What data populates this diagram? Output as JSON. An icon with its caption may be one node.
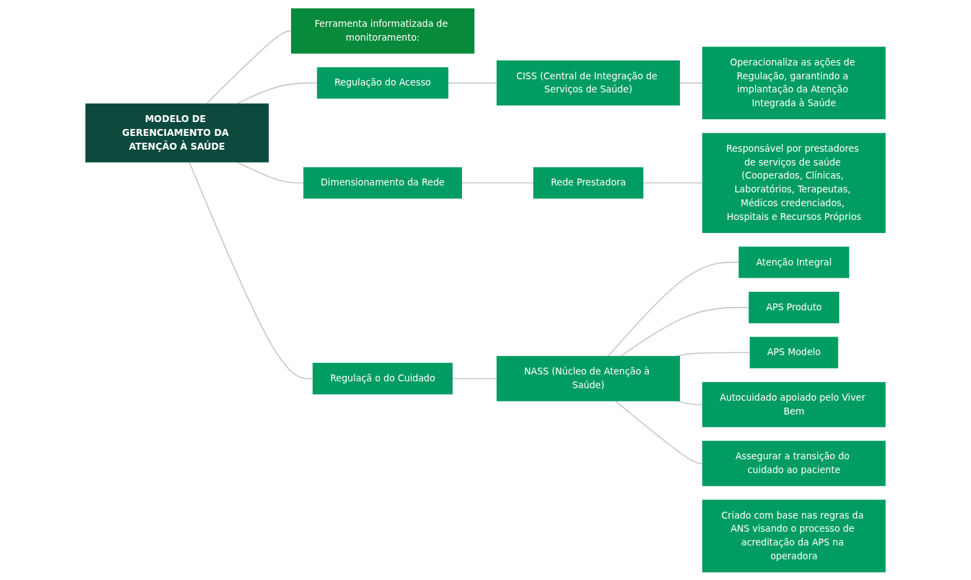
{
  "diagram": {
    "nodes": [
      {
        "text": [
          "MODELO DE GERENCIAMENTO DA ATENÇÃO À SAÚDE"
        ]
      },
      {
        "text": [
          "Ferramenta informatizada de monitoramento:"
        ]
      },
      {
        "text": [
          "Regulação do Acesso"
        ]
      },
      {
        "text": [
          "CISS (Central de Integração de Serviços de Saúde)"
        ]
      },
      {
        "text": [
          "Operacionaliza as ações de Regulação, garantindo a implantação da Atenção Integrada à Saúde"
        ]
      },
      {
        "text": [
          "Dimensionamento da Rede"
        ]
      },
      {
        "text": [
          "Rede Prestadora"
        ]
      },
      {
        "text": [
          "Responsável por prestadores de serviços de saúde (Cooperados, Clínicas, Laboratórios, Terapeutas, Médicos credenciados, Hospitais e Recursos Próprios"
        ]
      },
      {
        "text": [
          "Regulaçã o do Cuidado"
        ]
      },
      {
        "text": [
          "NASS (Núcleo de Atenção à Saúde)"
        ]
      },
      {
        "text": [
          "Criado com base nas regras da ANS visando o processo de acreditação da APS na operadora"
        ]
      },
      {
        "text": [
          "Atenção Integral"
        ]
      },
      {
        "text": [
          "APS Produto"
        ]
      },
      {
        "text": [
          "APS Modelo"
        ]
      },
      {
        "text": [
          "Autocuidado apoiado pelo Viver Bem"
        ]
      },
      {
        "text": [
          "Assegurar a transição do cuidado ao paciente"
        ]
      }
    ],
    "edges": [
      {
        "from": 0,
        "to": 1,
        "arrow": "none"
      },
      {
        "from": 0,
        "to": 2,
        "arrow": "none"
      },
      {
        "from": 0,
        "to": 5,
        "arrow": "none"
      },
      {
        "from": 0,
        "to": 8,
        "arrow": "none"
      },
      {
        "from": 2,
        "to": 3,
        "arrow": "none"
      },
      {
        "from": 3,
        "to": 4,
        "arrow": "none"
      },
      {
        "from": 5,
        "to": 6,
        "arrow": "none"
      },
      {
        "from": 6,
        "to": 7,
        "arrow": "none"
      },
      {
        "from": 8,
        "to": 9,
        "arrow": "none"
      },
      {
        "from": 9,
        "to": 11,
        "arrow": "none"
      },
      {
        "from": 9,
        "to": 12,
        "arrow": "none"
      },
      {
        "from": 9,
        "to": 13,
        "arrow": "none"
      },
      {
        "from": 9,
        "to": 14,
        "arrow": "none"
      },
      {
        "from": 9,
        "to": 15,
        "arrow": "none"
      }
    ]
  }
}
